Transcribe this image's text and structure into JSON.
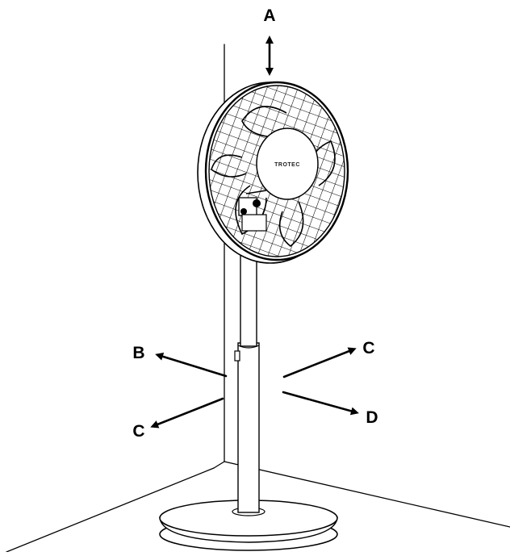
{
  "diagram": {
    "labels": {
      "a": "A",
      "b": "B",
      "c_upper": "C",
      "c_lower": "C",
      "d": "D"
    },
    "brand_text": "TROTEC"
  }
}
